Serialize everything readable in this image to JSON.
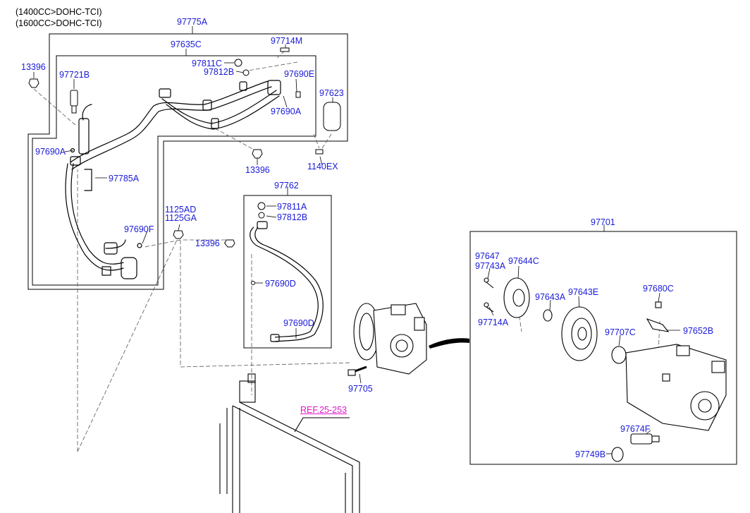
{
  "conditions": [
    "(1400CC>DOHC-TCI)",
    "(1600CC>DOHC-TCI)"
  ],
  "reference": "REF.25-253",
  "parts": {
    "p97775A": "97775A",
    "p97635C": "97635C",
    "p97714M": "97714M",
    "p13396_a": "13396",
    "p97721B": "97721B",
    "p97811C": "97811C",
    "p97812B_a": "97812B",
    "p97690E": "97690E",
    "p97623": "97623",
    "p97690A_a": "97690A",
    "p97690A_b": "97690A",
    "p13396_b": "13396",
    "p1140EX": "1140EX",
    "p97785A": "97785A",
    "p97762": "97762",
    "p97811A": "97811A",
    "p97812B_b": "97812B",
    "p1125AD": "1125AD",
    "p1125GA": "1125GA",
    "p97690F": "97690F",
    "p13396_c": "13396",
    "p97690D_a": "97690D",
    "p97690D_b": "97690D",
    "p97705": "97705",
    "p97701": "97701",
    "p97647": "97647",
    "p97743A": "97743A",
    "p97644C": "97644C",
    "p97643A": "97643A",
    "p97643E": "97643E",
    "p97680C": "97680C",
    "p97714A": "97714A",
    "p97707C": "97707C",
    "p97652B": "97652B",
    "p97674F": "97674F",
    "p97749B": "97749B"
  },
  "colors": {
    "label": "#1a1ad8",
    "reference": "#e014c8",
    "line": "#000000",
    "leader": "#666666"
  }
}
